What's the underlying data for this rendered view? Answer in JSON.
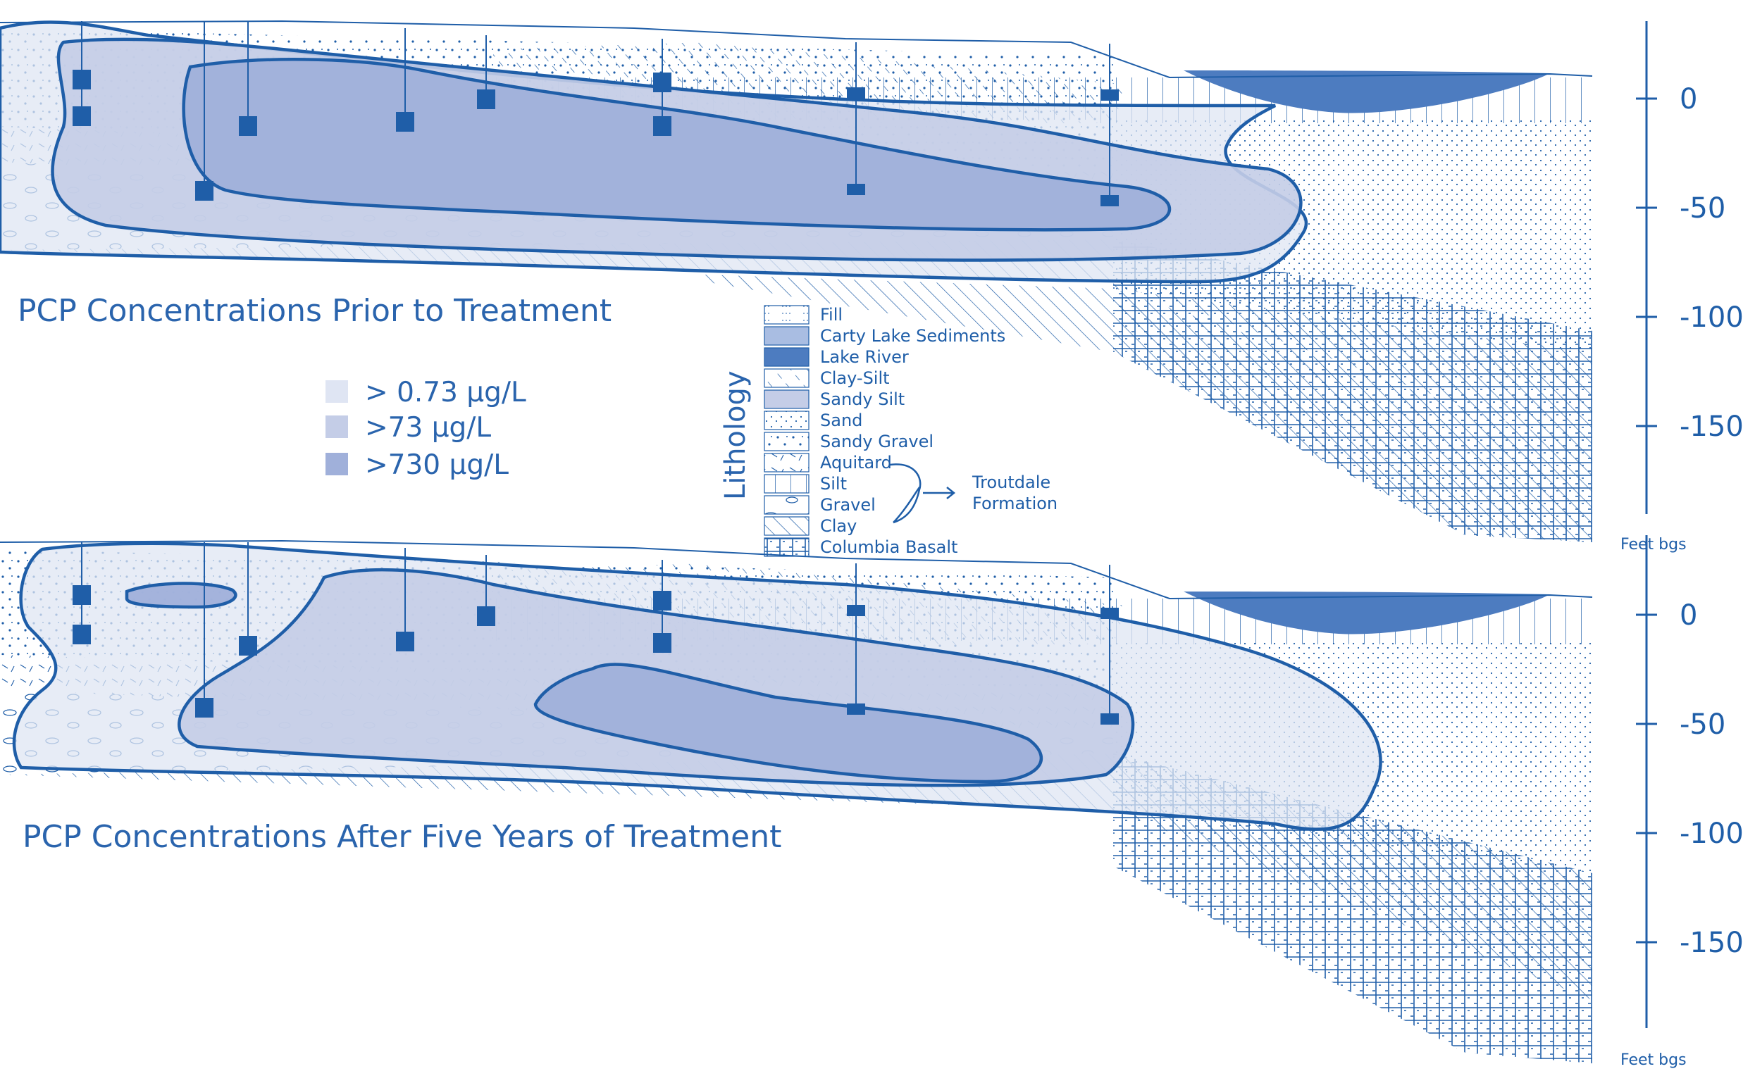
{
  "panels": [
    {
      "id": "prior",
      "title": "PCP Concentrations Prior to Treatment"
    },
    {
      "id": "after",
      "title": "PCP Concentrations After Five Years of Treatment"
    }
  ],
  "concentration_legend": [
    {
      "label": "> 0.73 µg/L",
      "color": "#dfe5f3"
    },
    {
      "label": ">73 µg/L",
      "color": "#c4cde7"
    },
    {
      "label": ">730 µg/L",
      "color": "#a0b0da"
    }
  ],
  "lithology": {
    "title": "Lithology",
    "items": [
      {
        "label": "Fill",
        "pattern": "fill"
      },
      {
        "label": "Carty Lake Sediments",
        "pattern": "carty"
      },
      {
        "label": "Lake River",
        "pattern": "lakeriver"
      },
      {
        "label": "Clay-Silt",
        "pattern": "clay-silt"
      },
      {
        "label": "Sandy Silt",
        "pattern": "sandy-silt"
      },
      {
        "label": "Sand",
        "pattern": "sand"
      },
      {
        "label": "Sandy Gravel",
        "pattern": "sandy-gravel"
      },
      {
        "label": "Aquitard",
        "pattern": "aquitard"
      },
      {
        "label": "Silt",
        "pattern": "silt"
      },
      {
        "label": "Gravel",
        "pattern": "gravel"
      },
      {
        "label": "Clay",
        "pattern": "clay"
      },
      {
        "label": "Columbia Basalt",
        "pattern": "basalt"
      }
    ],
    "group_label_line1": "Troutdale",
    "group_label_line2": "Formation"
  },
  "depth_axis": {
    "unit": "Feet bgs",
    "ticks": [
      "0",
      "-50",
      "-100",
      "-150"
    ]
  },
  "colors": {
    "outline": "#1f5ea8",
    "text": "#2a64ad",
    "lake_river": "#4d7cc0"
  }
}
